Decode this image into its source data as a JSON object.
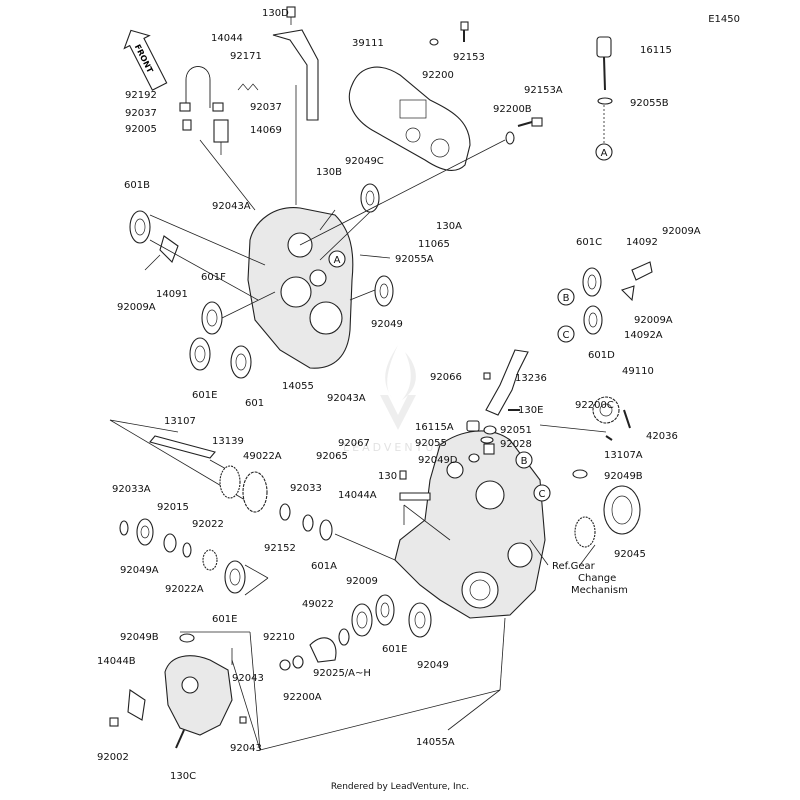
{
  "diagram": {
    "code": "E1450",
    "footer": "Rendered by LeadVenture, Inc.",
    "watermark": "LEADVENTURE",
    "front_label": "FRONT",
    "note": [
      "Ref.Gear",
      "Change",
      "Mechanism"
    ],
    "callouts": [
      "A",
      "B",
      "C"
    ],
    "parts": [
      "130D",
      "14044",
      "92171",
      "92192",
      "92037",
      "92037",
      "92005",
      "14069",
      "39111",
      "92153",
      "92200",
      "16115",
      "92153A",
      "92200B",
      "92055B",
      "601B",
      "130B",
      "92049C",
      "92043A",
      "130A",
      "11065",
      "92055A",
      "601C",
      "14092",
      "92009A",
      "14091",
      "92009A",
      "601F",
      "92049",
      "601D",
      "14092A",
      "92009A",
      "601E",
      "601",
      "14055",
      "92043A",
      "92067",
      "92065",
      "92066",
      "13236",
      "130E",
      "13107",
      "16115A",
      "92051",
      "92055",
      "92028",
      "92200C",
      "49110",
      "42036",
      "13139",
      "49022A",
      "92049D",
      "13107A",
      "130",
      "92049B",
      "92033A",
      "92015",
      "92033",
      "14044A",
      "92022",
      "92152",
      "92049A",
      "92022A",
      "601A",
      "92045",
      "601E",
      "92009",
      "49022",
      "601E",
      "92049B",
      "14044B",
      "92210",
      "92043",
      "92025/A~H",
      "92049",
      "92200A",
      "14055A",
      "92043",
      "92002",
      "130C"
    ]
  }
}
